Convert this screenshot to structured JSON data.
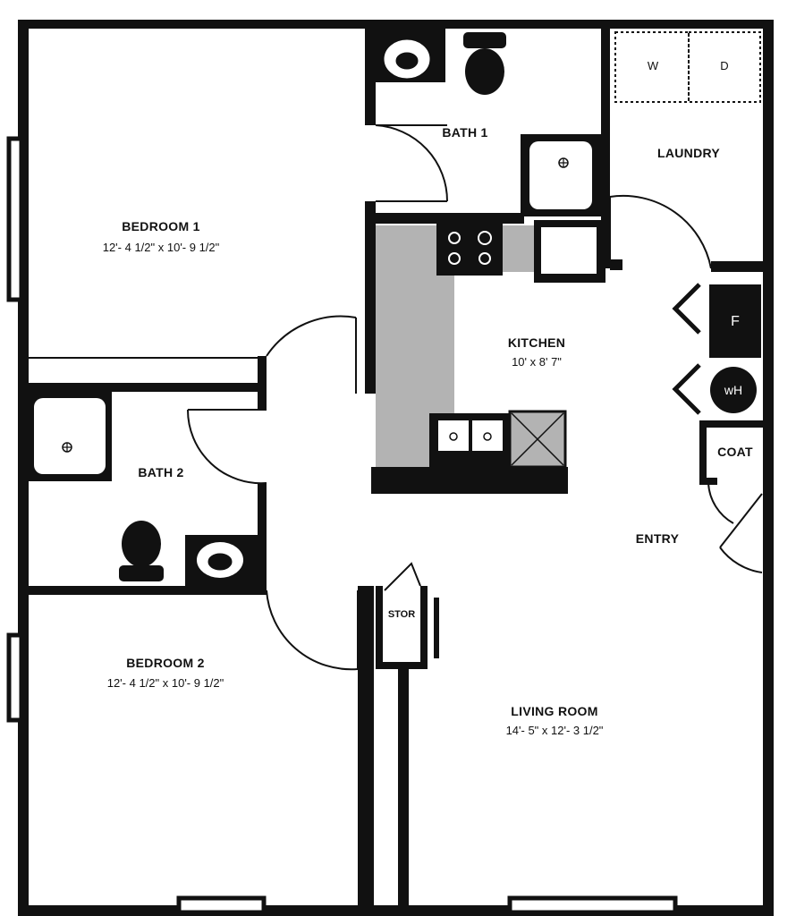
{
  "rooms": {
    "bedroom1": {
      "name": "BEDROOM 1",
      "dims": "12'- 4 1/2\" x 10'- 9 1/2\""
    },
    "bath1": {
      "name": "BATH 1"
    },
    "laundry": {
      "name": "LAUNDRY"
    },
    "kitchen": {
      "name": "KITCHEN",
      "dims": "10' x 8' 7\""
    },
    "bath2": {
      "name": "BATH 2"
    },
    "coat": {
      "name": "COAT"
    },
    "entry": {
      "name": "ENTRY"
    },
    "stor": {
      "name": "STOR"
    },
    "bedroom2": {
      "name": "BEDROOM 2",
      "dims": "12'- 4 1/2\" x 10'- 9 1/2\""
    },
    "living": {
      "name": "LIVING ROOM",
      "dims": "14'- 5\" x 12'- 3 1/2\""
    }
  },
  "appliances": {
    "washer": "W",
    "dryer": "D",
    "furnace": "F",
    "water_heater": "wH"
  },
  "colors": {
    "wall": "#111111",
    "counter": "#b3b3b3",
    "floor": "#ffffff"
  }
}
